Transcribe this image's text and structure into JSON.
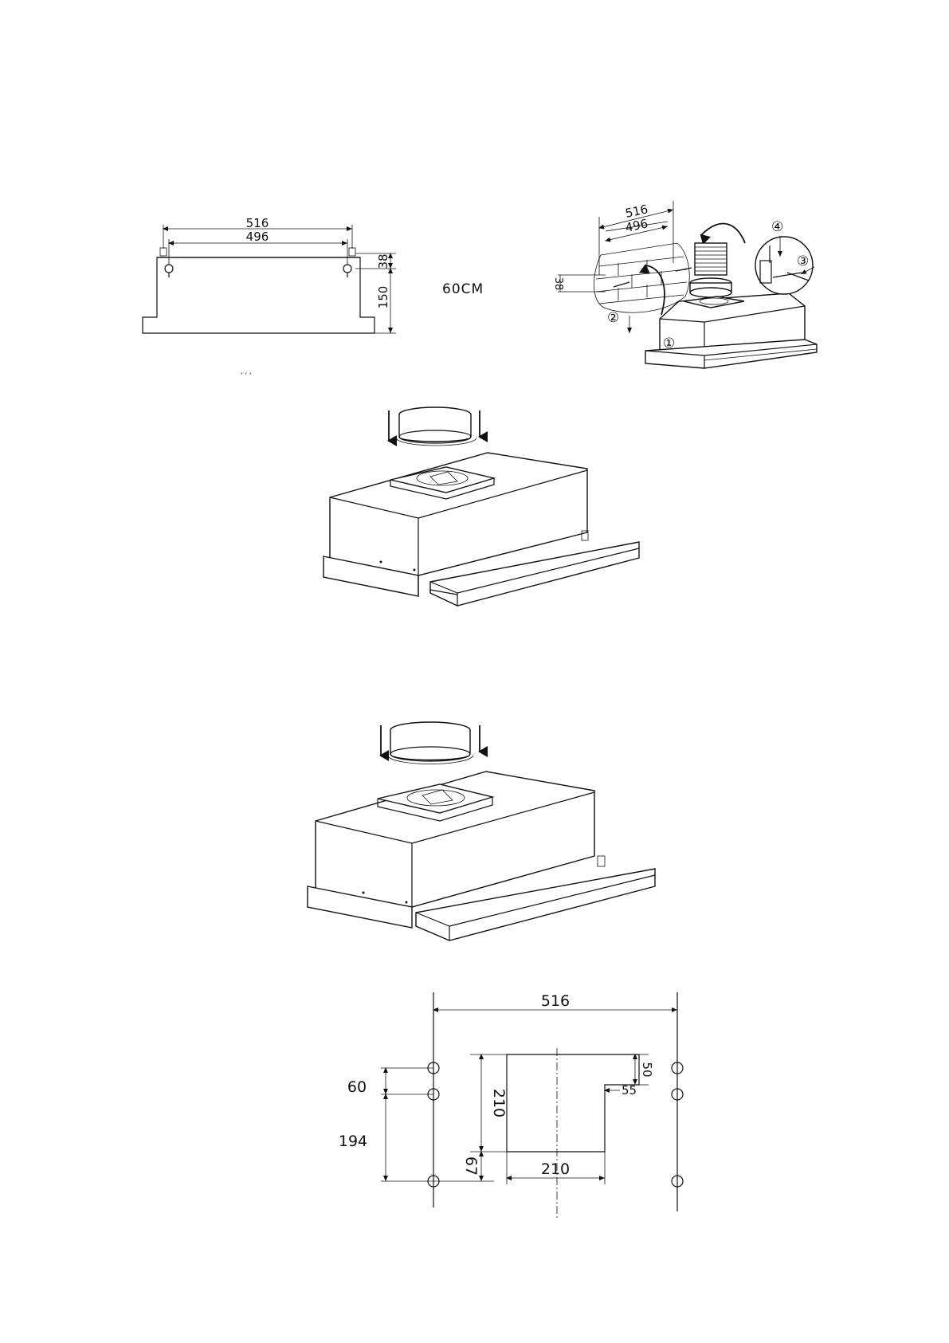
{
  "fig1": {
    "w_outer": "516",
    "w_inner": "496",
    "h_top": "38",
    "h_side": "150"
  },
  "size_label": "60CM",
  "fig2": {
    "w_outer": "516",
    "w_inner": "496",
    "h_top": "38",
    "steps": [
      "①",
      "②",
      "③",
      "④"
    ]
  },
  "stray_mark": "´´´",
  "fig5": {
    "w_outer": "516",
    "h_60": "60",
    "h_194": "194",
    "cut_h": "210",
    "cut_w": "210",
    "off_67": "67",
    "off_50": "50",
    "off_55": "55"
  }
}
